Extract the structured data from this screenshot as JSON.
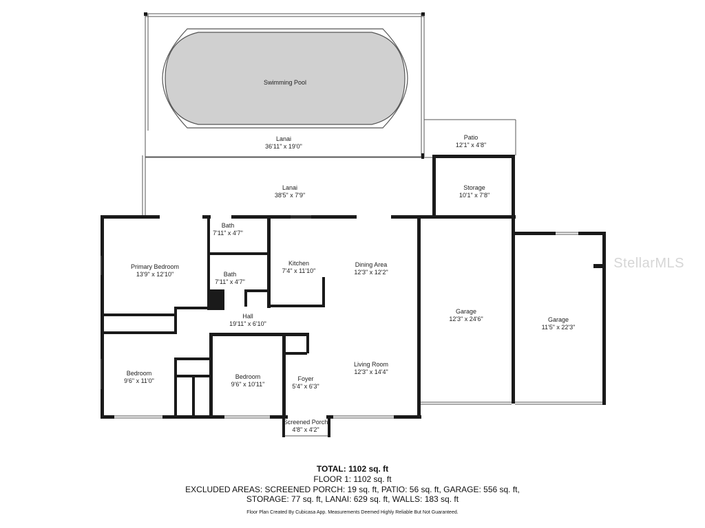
{
  "rooms": {
    "swimming_pool": {
      "name": "Swimming Pool"
    },
    "lanai_upper": {
      "name": "Lanai",
      "dims": "36'11\" x 19'0\""
    },
    "patio": {
      "name": "Patio",
      "dims": "12'1\" x 4'8\""
    },
    "lanai_lower": {
      "name": "Lanai",
      "dims": "38'5\" x 7'9\""
    },
    "storage": {
      "name": "Storage",
      "dims": "10'1\" x 7'8\""
    },
    "bath1": {
      "name": "Bath",
      "dims": "7'11\" x 4'7\""
    },
    "bath2": {
      "name": "Bath",
      "dims": "7'11\" x 4'7\""
    },
    "primary_bedroom": {
      "name": "Primary Bedroom",
      "dims": "13'9\" x 12'10\""
    },
    "kitchen": {
      "name": "Kitchen",
      "dims": "7'4\" x 11'10\""
    },
    "dining": {
      "name": "Dining Area",
      "dims": "12'3\" x 12'2\""
    },
    "garage1": {
      "name": "Garage",
      "dims": "12'3\" x 24'6\""
    },
    "garage2": {
      "name": "Garage",
      "dims": "11'5\" x 22'3\""
    },
    "hall": {
      "name": "Hall",
      "dims": "19'11\" x 6'10\""
    },
    "bedroom1": {
      "name": "Bedroom",
      "dims": "9'6\" x 11'0\""
    },
    "bedroom2": {
      "name": "Bedroom",
      "dims": "9'6\" x 10'11\""
    },
    "foyer": {
      "name": "Foyer",
      "dims": "5'4\" x 6'3\""
    },
    "living": {
      "name": "Living Room",
      "dims": "12'3\" x 14'4\""
    },
    "screened_porch": {
      "name": "Screened Porch",
      "dims": "4'8\" x 4'2\""
    }
  },
  "summary": {
    "total": "TOTAL: 1102 sq. ft",
    "floor1": "FLOOR 1: 1102 sq. ft",
    "excluded_line1": "EXCLUDED AREAS: SCREENED PORCH: 19 sq. ft, PATIO: 56 sq. ft, GARAGE: 556 sq. ft,",
    "excluded_line2": "STORAGE: 77 sq. ft, LANAI: 629 sq. ft, WALLS: 183 sq. ft",
    "credit": "Floor Plan Created By Cubicasa App. Measurements Deemed Highly Reliable But Not Guaranteed."
  },
  "watermark": "StellarMLS"
}
